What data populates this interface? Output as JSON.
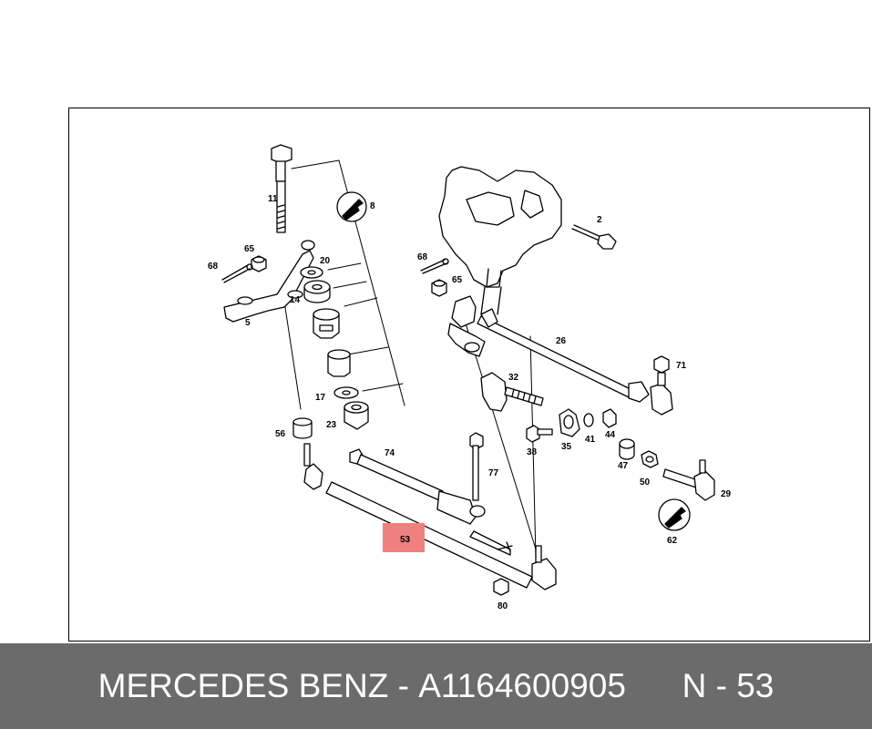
{
  "diagram": {
    "labels": [
      {
        "id": "11",
        "text": "11"
      },
      {
        "id": "8",
        "text": "8"
      },
      {
        "id": "65a",
        "text": "65"
      },
      {
        "id": "68a",
        "text": "68"
      },
      {
        "id": "20",
        "text": "20"
      },
      {
        "id": "14",
        "text": "14"
      },
      {
        "id": "5",
        "text": "5"
      },
      {
        "id": "17",
        "text": "17"
      },
      {
        "id": "23",
        "text": "23"
      },
      {
        "id": "56",
        "text": "56"
      },
      {
        "id": "2",
        "text": "2"
      },
      {
        "id": "68b",
        "text": "68"
      },
      {
        "id": "65b",
        "text": "65"
      },
      {
        "id": "26",
        "text": "26"
      },
      {
        "id": "71",
        "text": "71"
      },
      {
        "id": "32",
        "text": "32"
      },
      {
        "id": "38",
        "text": "38"
      },
      {
        "id": "35",
        "text": "35"
      },
      {
        "id": "41",
        "text": "41"
      },
      {
        "id": "44",
        "text": "44"
      },
      {
        "id": "47",
        "text": "47"
      },
      {
        "id": "50",
        "text": "50"
      },
      {
        "id": "29",
        "text": "29"
      },
      {
        "id": "62",
        "text": "62"
      },
      {
        "id": "74",
        "text": "74"
      },
      {
        "id": "77",
        "text": "77"
      },
      {
        "id": "53",
        "text": "53"
      },
      {
        "id": "80",
        "text": "80"
      }
    ],
    "highlight": {
      "part": "53",
      "color": "#f08080"
    }
  },
  "footer": {
    "brand": "MERCEDES BENZ",
    "separator": " - ",
    "part_number": "A1164600905",
    "position": "N - 53",
    "background": "#6b6b6b"
  }
}
